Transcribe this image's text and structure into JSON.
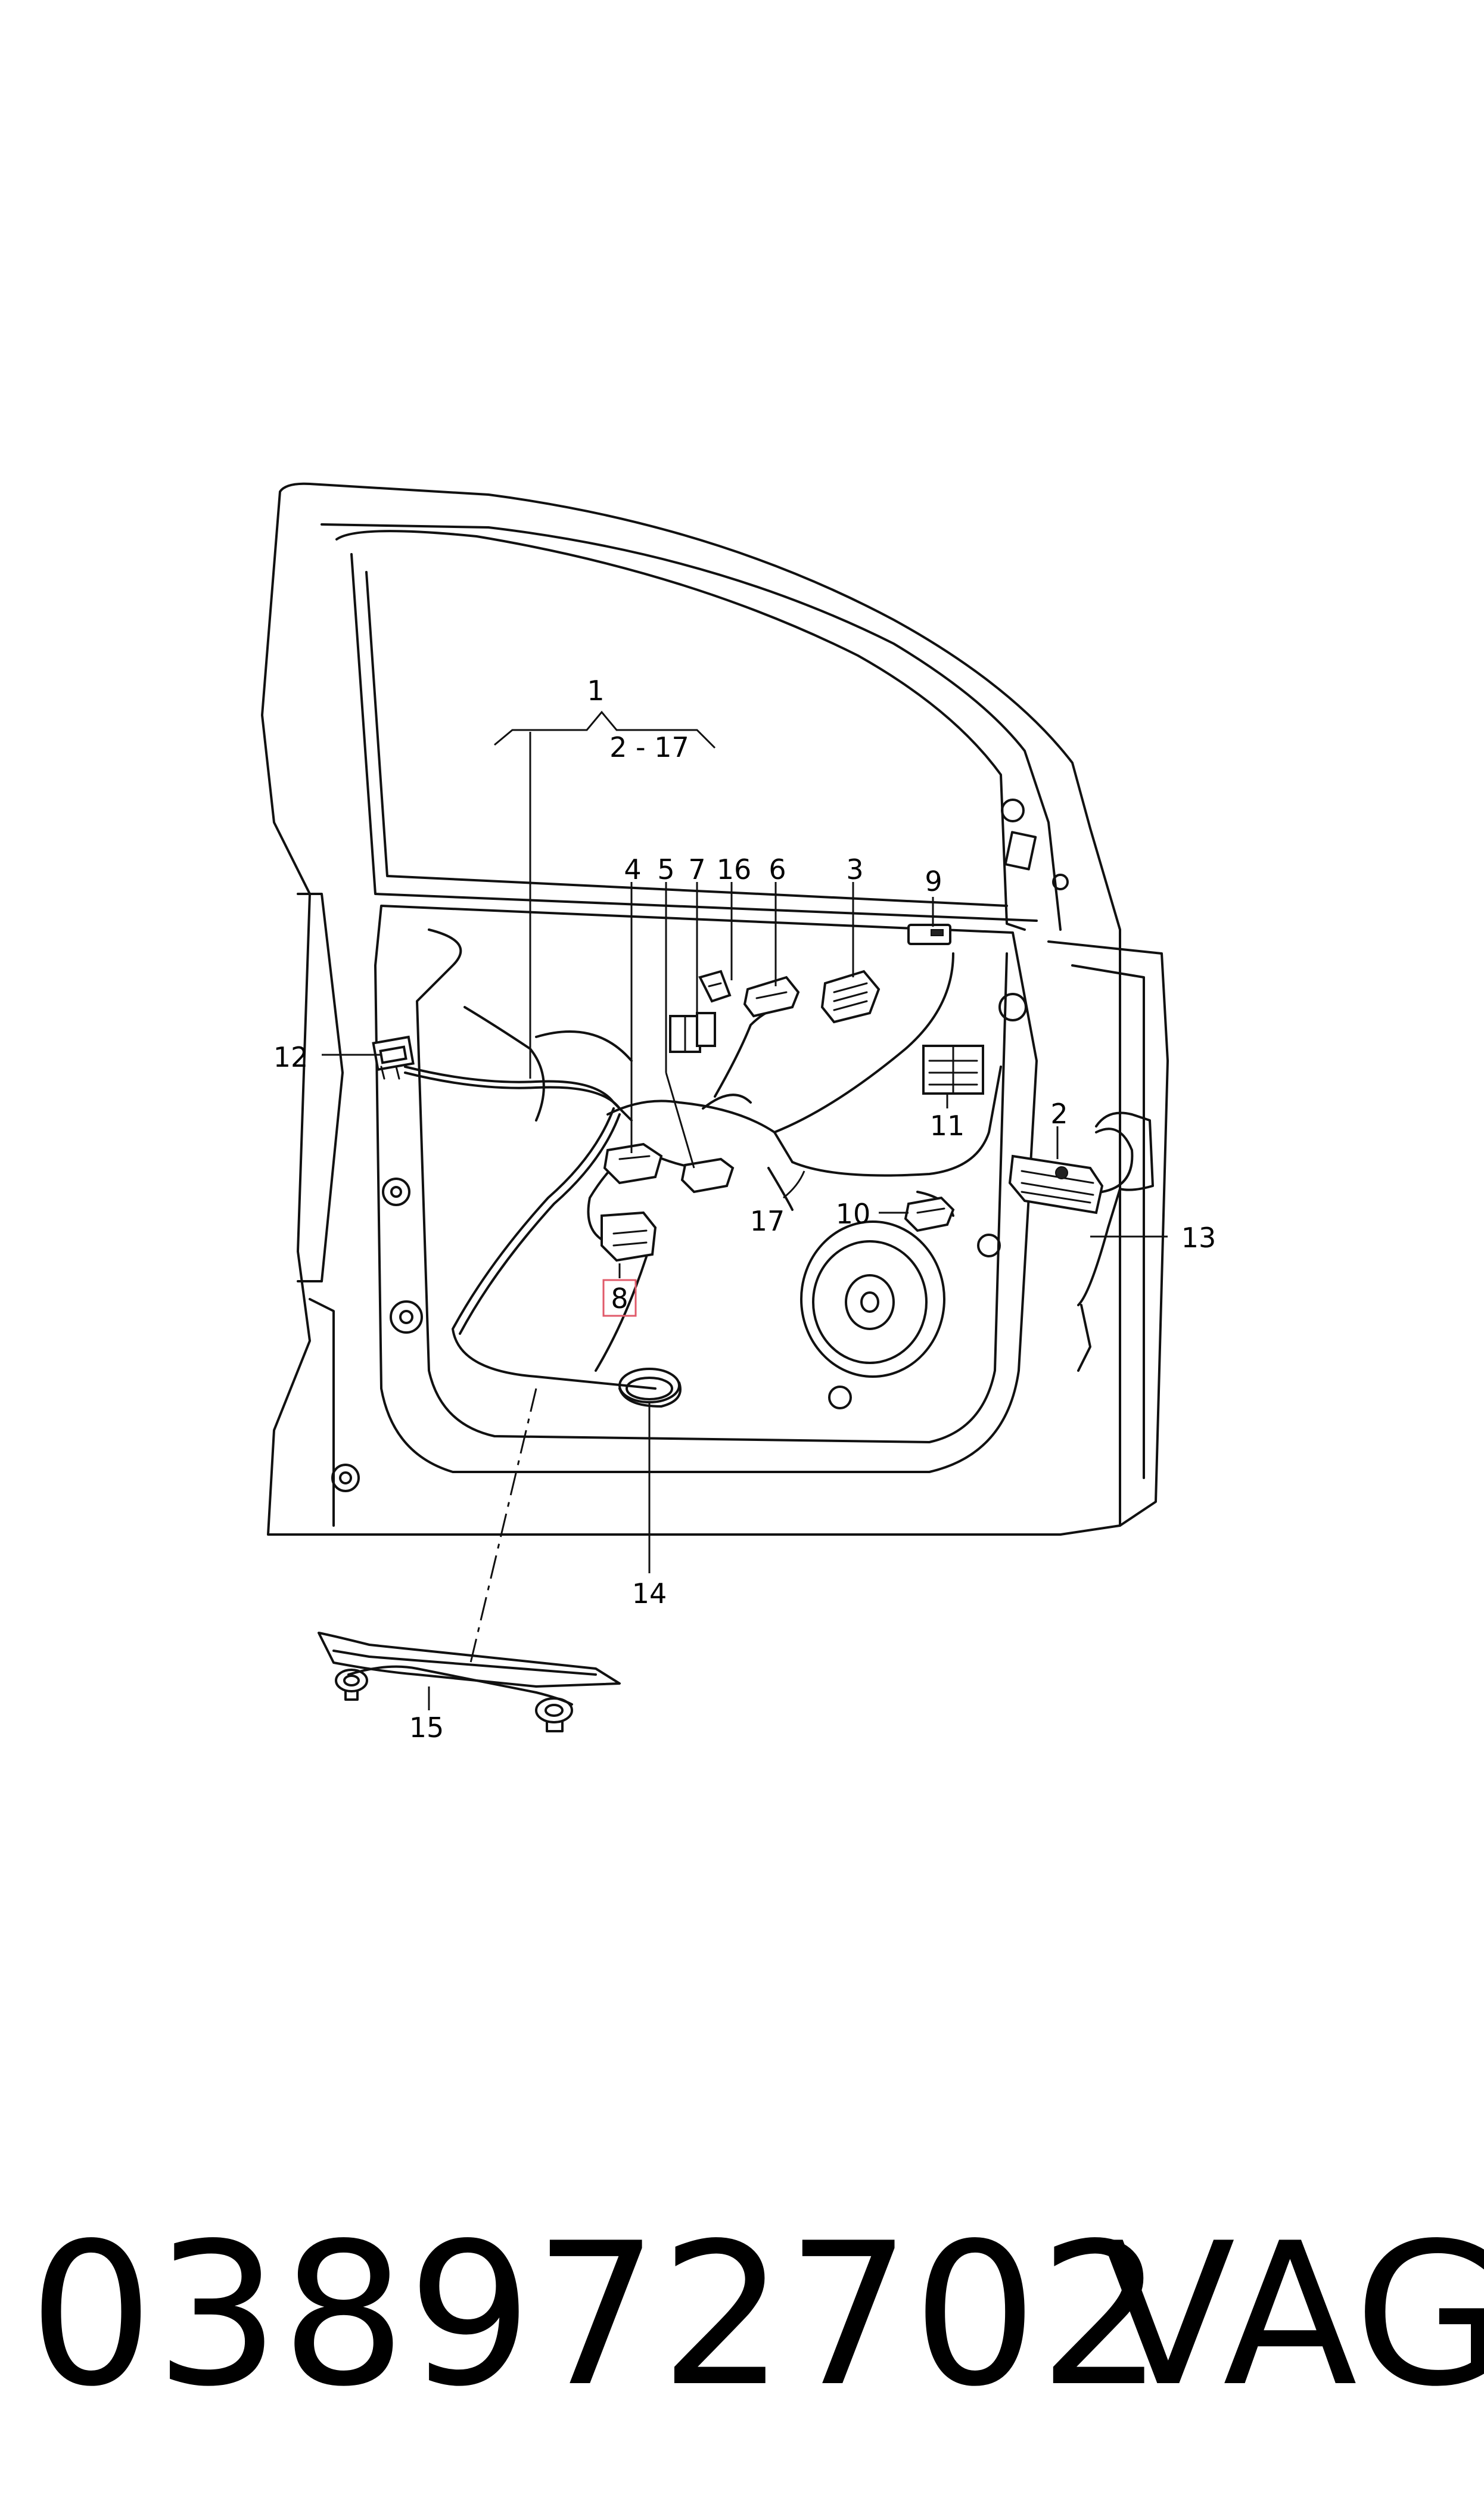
{
  "diagram": {
    "group_callout": {
      "label": "1",
      "range": "2 - 17"
    },
    "callouts": [
      {
        "id": "2",
        "label": "2"
      },
      {
        "id": "3",
        "label": "3"
      },
      {
        "id": "4",
        "label": "4"
      },
      {
        "id": "5",
        "label": "5"
      },
      {
        "id": "6",
        "label": "6"
      },
      {
        "id": "7",
        "label": "7"
      },
      {
        "id": "8",
        "label": "8",
        "highlighted": true
      },
      {
        "id": "9",
        "label": "9"
      },
      {
        "id": "10",
        "label": "10"
      },
      {
        "id": "11",
        "label": "11"
      },
      {
        "id": "12",
        "label": "12"
      },
      {
        "id": "13",
        "label": "13"
      },
      {
        "id": "14",
        "label": "14"
      },
      {
        "id": "15",
        "label": "15"
      },
      {
        "id": "16",
        "label": "16"
      },
      {
        "id": "17",
        "label": "17"
      }
    ],
    "highlight_color": "#e05a6a"
  },
  "footer": {
    "part_number": "038972702",
    "brand": "VAG"
  }
}
